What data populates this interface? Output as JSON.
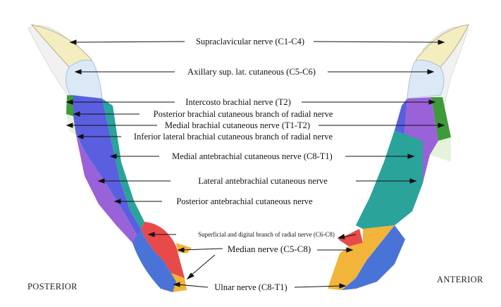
{
  "labels": {
    "supraclavicular": "Supraclavicular nerve (C1-C4)",
    "axillary": "Axillary sup. lat. cutaneous (C5-C6)",
    "intercosto": "Intercosto brachial nerve (T2)",
    "posterior_brachial": "Posterior brachial cutaneous branch of radial nerve",
    "medial_brachial": "Medial brachial cutaneous nerve (T1-T2)",
    "inferior_lateral": "Inferior lateral brachial cutaneous branch of radial nerve",
    "medial_antebrachial": "Medial antebrachial cutaneous  nerve (C8-T1)",
    "lateral_antebrachial": "Lateral antebrachial cutaneous  nerve",
    "posterior_antebrachial": "Posterior antebrachial cutaneous  nerve",
    "superficial_radial": "Superficial and digital branch of radial nerve (C6-C8)",
    "median": "Median nerve (C5-C8)",
    "ulnar": "Ulnar nerve (C8-T1)"
  },
  "views": {
    "posterior": "POSTERIOR",
    "anterior": "ANTERIOR"
  },
  "colors": {
    "supraclavicular": "#f3edc0",
    "axillary": "#dbe9f7",
    "intercosto": "#3f9a3a",
    "medial_brachial": "#e6f3dc",
    "posterior_brachial": "#5a5fe0",
    "posterior_antebrachial": "#9a62d8",
    "lateral_antebrachial": "#2aa39a",
    "radial": "#e84a4a",
    "median": "#f2b53a",
    "ulnar": "#4a73d8"
  }
}
